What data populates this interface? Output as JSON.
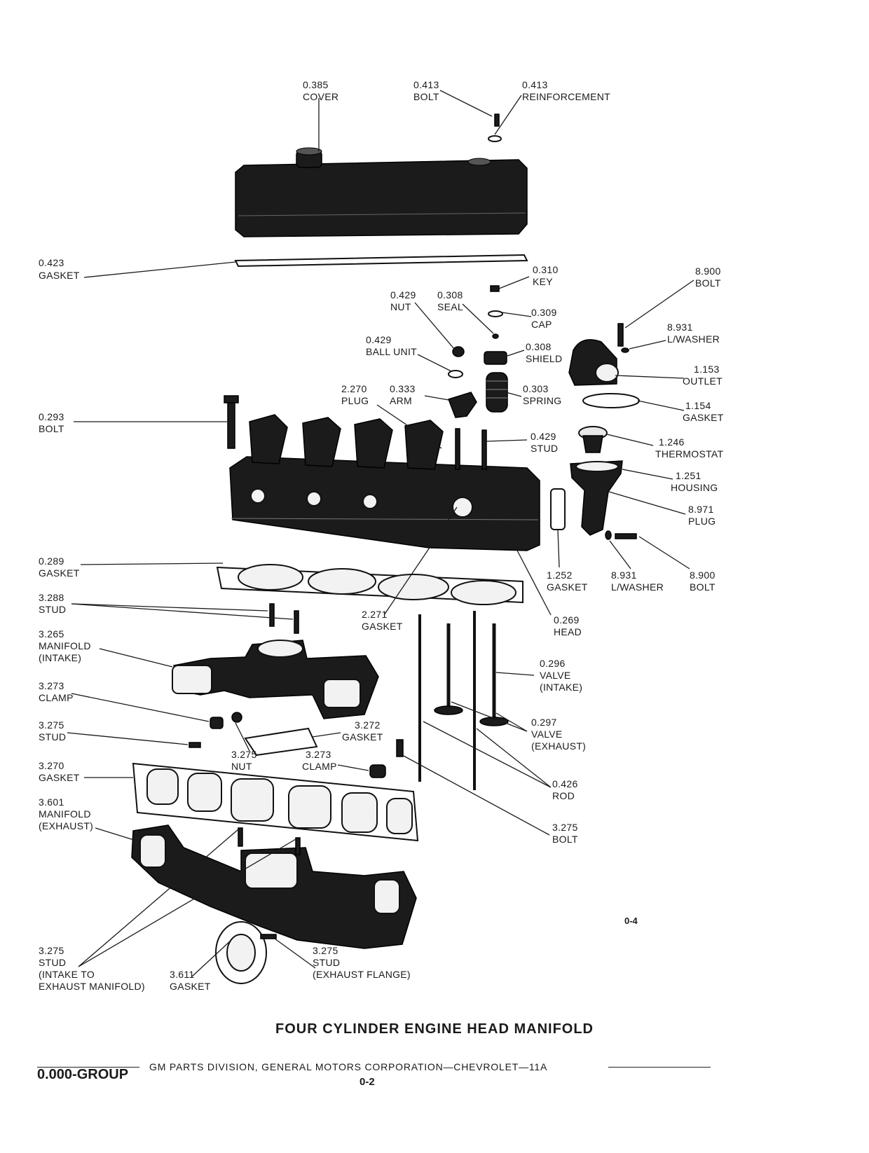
{
  "labels": [
    {
      "num": "0.385",
      "name": "COVER"
    },
    {
      "num": "0.413",
      "name": "BOLT"
    },
    {
      "num": "0.413",
      "name": "REINFORCEMENT"
    },
    {
      "num": "0.423",
      "name": "GASKET"
    },
    {
      "num": "0.310",
      "name": "KEY"
    },
    {
      "num": "8.900",
      "name": "BOLT"
    },
    {
      "num": "0.429",
      "name": "NUT"
    },
    {
      "num": "0.308",
      "name": "SEAL"
    },
    {
      "num": "0.309",
      "name": "CAP"
    },
    {
      "num": "8.931",
      "name": "L/WASHER"
    },
    {
      "num": "0.429",
      "name": "BALL UNIT"
    },
    {
      "num": "0.308",
      "name": "SHIELD"
    },
    {
      "num": "1.153",
      "name": "OUTLET"
    },
    {
      "num": "2.270",
      "name": "PLUG"
    },
    {
      "num": "0.333",
      "name": "ARM"
    },
    {
      "num": "0.303",
      "name": "SPRING"
    },
    {
      "num": "1.154",
      "name": "GASKET"
    },
    {
      "num": "0.293",
      "name": "BOLT"
    },
    {
      "num": "0.429",
      "name": "STUD"
    },
    {
      "num": "1.246",
      "name": "THERMOSTAT"
    },
    {
      "num": "1.251",
      "name": "HOUSING"
    },
    {
      "num": "8.971",
      "name": "PLUG"
    },
    {
      "num": "0.289",
      "name": "GASKET"
    },
    {
      "num": "1.252",
      "name": "GASKET"
    },
    {
      "num": "8.931",
      "name": "L/WASHER"
    },
    {
      "num": "8.900",
      "name": "BOLT"
    },
    {
      "num": "3.288",
      "name": "STUD"
    },
    {
      "num": "2.271",
      "name": "GASKET"
    },
    {
      "num": "0.269",
      "name": "HEAD"
    },
    {
      "num": "3.265",
      "name": "MANIFOLD",
      "name2": "(INTAKE)"
    },
    {
      "num": "0.296",
      "name": "VALVE",
      "name2": "(INTAKE)"
    },
    {
      "num": "3.273",
      "name": "CLAMP"
    },
    {
      "num": "0.297",
      "name": "VALVE",
      "name2": "(EXHAUST)"
    },
    {
      "num": "3.275",
      "name": "STUD"
    },
    {
      "num": "3.272",
      "name": "GASKET"
    },
    {
      "num": "3.275",
      "name": "NUT"
    },
    {
      "num": "3.273",
      "name": "CLAMP"
    },
    {
      "num": "3.270",
      "name": "GASKET"
    },
    {
      "num": "0.426",
      "name": "ROD"
    },
    {
      "num": "3.601",
      "name": "MANIFOLD",
      "name2": "(EXHAUST)"
    },
    {
      "num": "3.275",
      "name": "BOLT"
    },
    {
      "num": "3.275",
      "name": "STUD",
      "name2": "(INTAKE TO",
      "name3": "EXHAUST MANIFOLD)"
    },
    {
      "num": "3.611",
      "name": "GASKET"
    },
    {
      "num": "3.275",
      "name": "STUD",
      "name2": "(EXHAUST FLANGE)"
    }
  ],
  "plate_number": "0-4",
  "title": "FOUR CYLINDER ENGINE HEAD MANIFOLD",
  "footer": {
    "publisher": "GM PARTS DIVISION, GENERAL MOTORS CORPORATION—CHEVROLET—11A",
    "group": "0.000-GROUP",
    "page": "0-2"
  }
}
